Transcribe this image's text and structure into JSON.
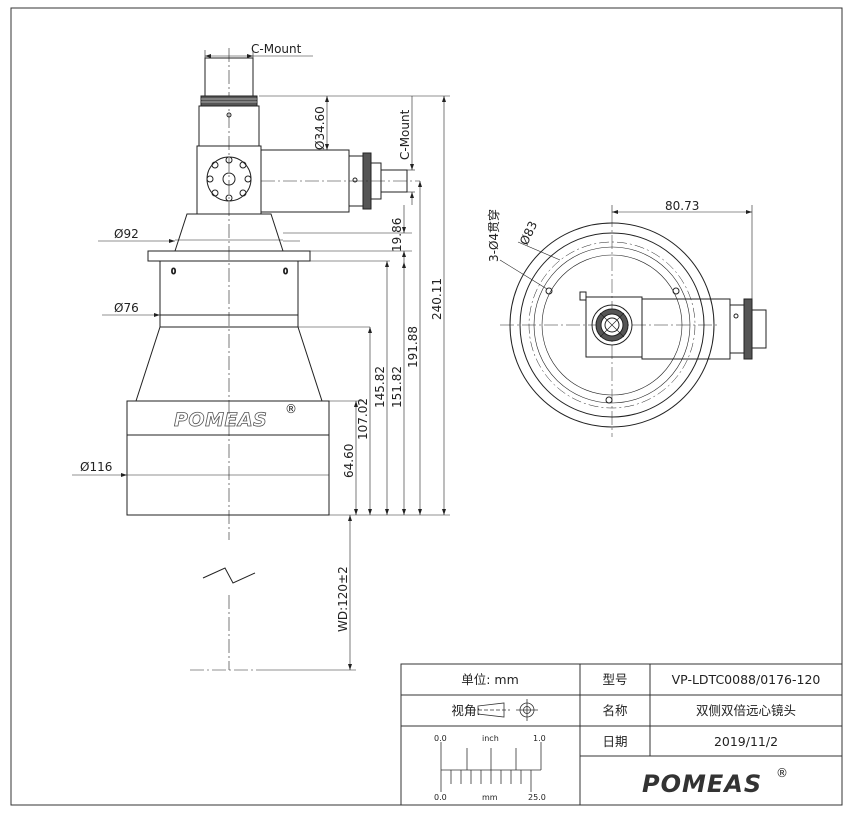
{
  "side_view": {
    "top_mount": "C-Mount",
    "side_mount": "C-Mount",
    "dims": {
      "d34": "Ø34.60",
      "d92": "Ø92",
      "d76": "Ø76",
      "d116": "Ø116",
      "h19": "19.86",
      "h240": "240.11",
      "h191": "191.88",
      "h151": "151.82",
      "h145": "145.82",
      "h107": "107.02",
      "h64": "64.60",
      "wd": "WD:120±2"
    },
    "brand": "POMEAS",
    "reg": "®"
  },
  "top_view": {
    "dim_width": "80.73",
    "holes": "3-Ø4贯穿",
    "pcd": "Ø83"
  },
  "title_block": {
    "unit": "单位: mm",
    "view_label": "视角:",
    "model_label": "型号",
    "model_value": "VP-LDTC0088/0176-120",
    "name_label": "名称",
    "name_value": "双侧双倍远心镜头",
    "date_label": "日期",
    "date_value": "2019/11/2",
    "scale": {
      "inch_start": "0.0",
      "inch_label": "inch",
      "inch_end": "1.0",
      "mm_start": "0.0",
      "mm_label": "mm",
      "mm_end": "25.0"
    },
    "logo": "POMEAS",
    "logo_reg": "®"
  }
}
